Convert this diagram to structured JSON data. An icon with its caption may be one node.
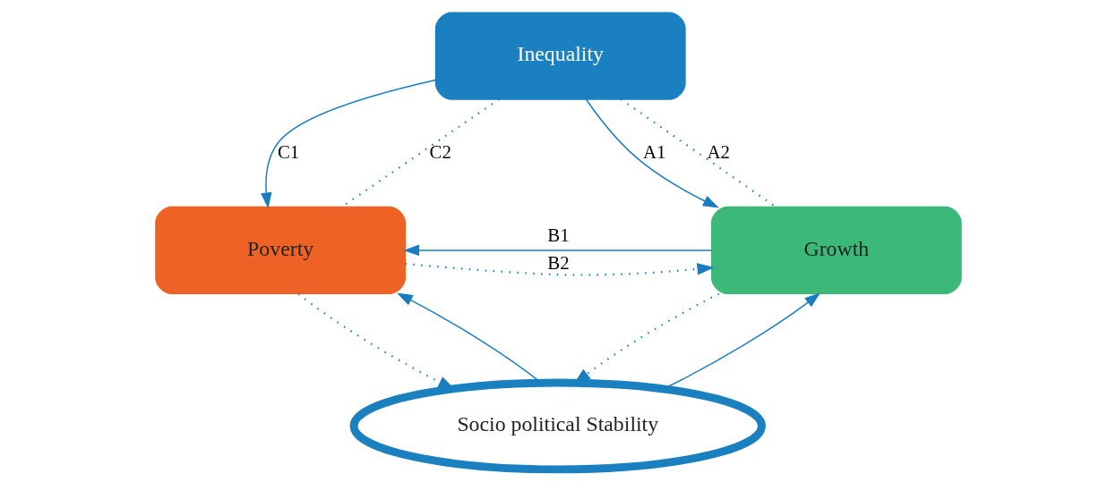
{
  "diagram": {
    "nodes": [
      {
        "text": [
          "Inequality"
        ]
      },
      {
        "text": [
          "Socio political Stability"
        ]
      },
      {
        "text": [
          "Poverty"
        ]
      },
      {
        "text": [
          "Growth"
        ]
      }
    ],
    "edges": [
      {
        "from": 0,
        "to": 2,
        "arrow": "to",
        "label": "C1"
      },
      {
        "from": 0,
        "to": 2,
        "arrow": "none",
        "label": "C2",
        "style": "dashed"
      },
      {
        "from": 0,
        "to": 3,
        "arrow": "to",
        "label": "A1"
      },
      {
        "from": 0,
        "to": 3,
        "arrow": "none",
        "label": "A2",
        "style": "dashed"
      },
      {
        "from": 1,
        "to": 2,
        "arrow": "to"
      },
      {
        "from": 2,
        "to": 1,
        "arrow": "to",
        "style": "dashed"
      },
      {
        "from": 1,
        "to": 3,
        "arrow": "to"
      },
      {
        "from": 3,
        "to": 1,
        "arrow": "to",
        "style": "dashed"
      },
      {
        "from": 3,
        "to": 2,
        "arrow": "to",
        "label": "B1"
      },
      {
        "from": 2,
        "to": 3,
        "arrow": "to",
        "label": "B2",
        "style": "dashed"
      }
    ]
  }
}
